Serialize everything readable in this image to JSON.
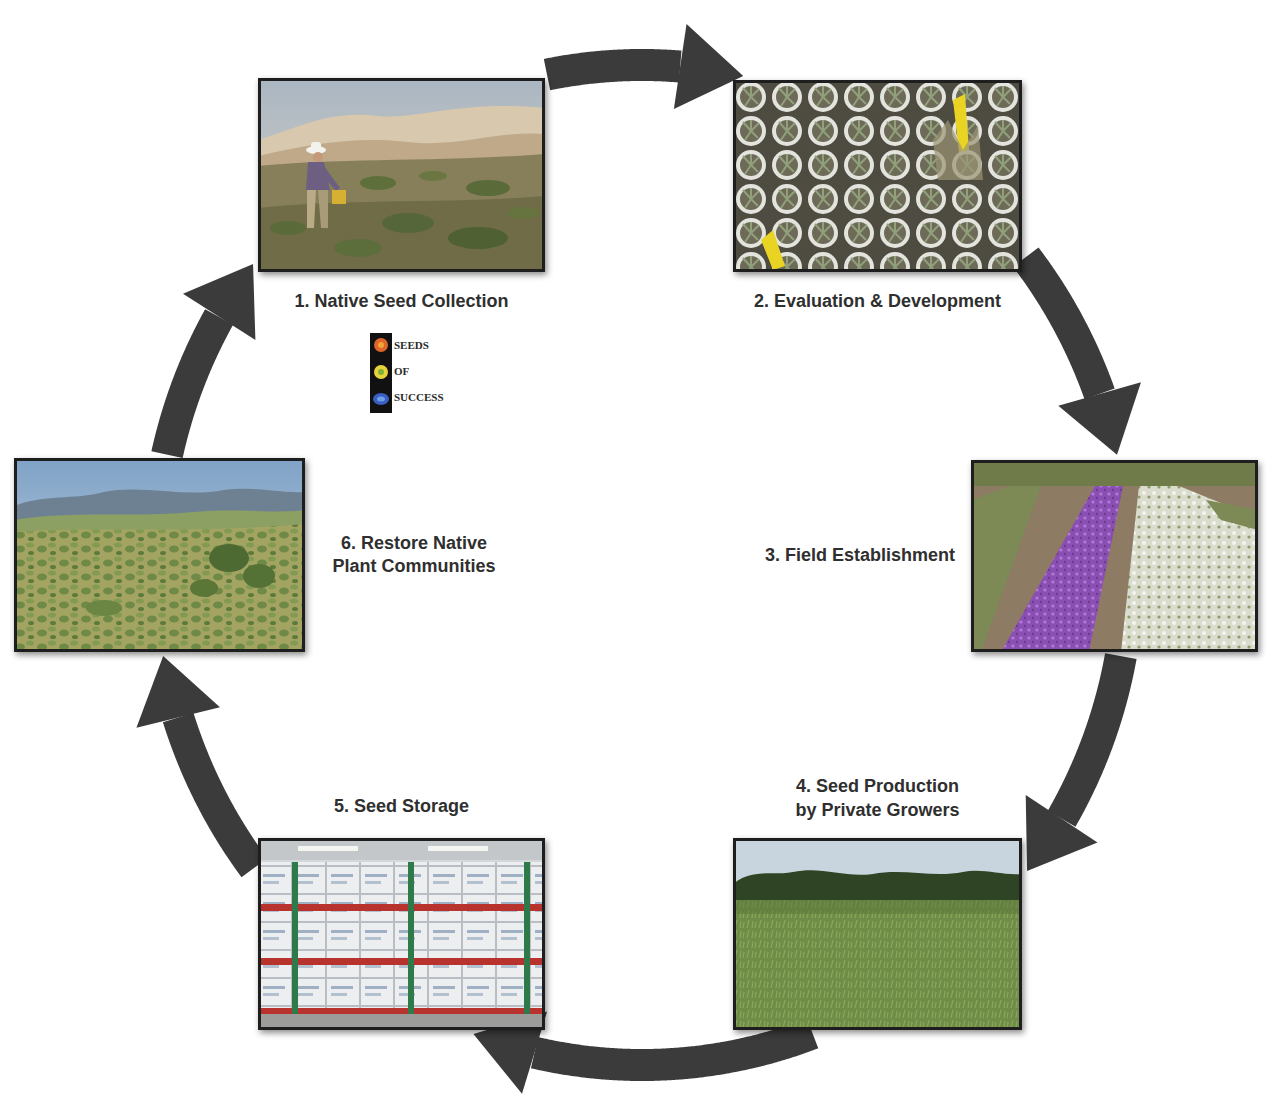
{
  "diagram": {
    "nodes": [
      {
        "text": [
          "1. Native Seed Collection"
        ]
      },
      {
        "text": [
          "2. Evaluation & Development"
        ]
      },
      {
        "text": [
          "3. Field Establishment"
        ]
      },
      {
        "text": [
          "4. Seed Production by Private Growers"
        ]
      },
      {
        "text": [
          "5. Seed Storage"
        ]
      },
      {
        "text": [
          "6. Restore Native Plant Communities"
        ]
      }
    ],
    "edges": [
      {
        "from": 0,
        "to": 1,
        "arrow": "to"
      },
      {
        "from": 1,
        "to": 2,
        "arrow": "to"
      },
      {
        "from": 2,
        "to": 3,
        "arrow": "to"
      },
      {
        "from": 3,
        "to": 4,
        "arrow": "to"
      },
      {
        "from": 4,
        "to": 5,
        "arrow": "to"
      },
      {
        "from": 5,
        "to": 0,
        "arrow": "to"
      }
    ],
    "labels": [
      "SEEDS OF SUCCESS"
    ]
  }
}
